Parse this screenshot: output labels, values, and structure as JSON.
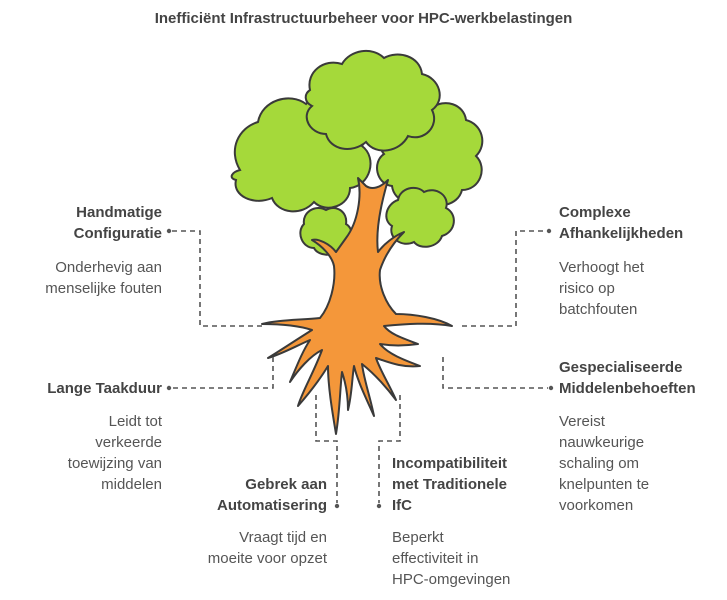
{
  "title": "Inefficiënt Infrastructuurbeheer voor HPC-werkbelastingen",
  "colors": {
    "foliage": "#a5d93a",
    "trunk": "#f4973a",
    "outline": "#3a3a3a",
    "connector": "#555555",
    "heading_text": "#444444",
    "body_text": "#555555"
  },
  "items": [
    {
      "heading_lines": [
        "Handmatige",
        "Configuratie"
      ],
      "description_lines": [
        "Onderhevig aan",
        "menselijke fouten"
      ],
      "side": "left"
    },
    {
      "heading_lines": [
        "Complexe",
        "Afhankelijkheden"
      ],
      "description_lines": [
        "Verhoogt het",
        "risico op",
        "batchfouten"
      ],
      "side": "right"
    },
    {
      "heading_lines": [
        "Lange Taakduur"
      ],
      "description_lines": [
        "Leidt tot",
        "verkeerde",
        "toewijzing van",
        "middelen"
      ],
      "side": "left"
    },
    {
      "heading_lines": [
        "Gespecialiseerde",
        "Middelenbehoeften"
      ],
      "description_lines": [
        "Vereist",
        "nauwkeurige",
        "schaling om",
        "knelpunten te",
        "voorkomen"
      ],
      "side": "right"
    },
    {
      "heading_lines": [
        "Gebrek aan",
        "Automatisering"
      ],
      "description_lines": [
        "Vraagt tijd en",
        "moeite voor opzet"
      ],
      "side": "left"
    },
    {
      "heading_lines": [
        "Incompatibiliteit",
        "met Traditionele",
        "IfC"
      ],
      "description_lines": [
        "Beperkt",
        "effectiviteit in",
        "HPC-omgevingen"
      ],
      "side": "right"
    }
  ]
}
